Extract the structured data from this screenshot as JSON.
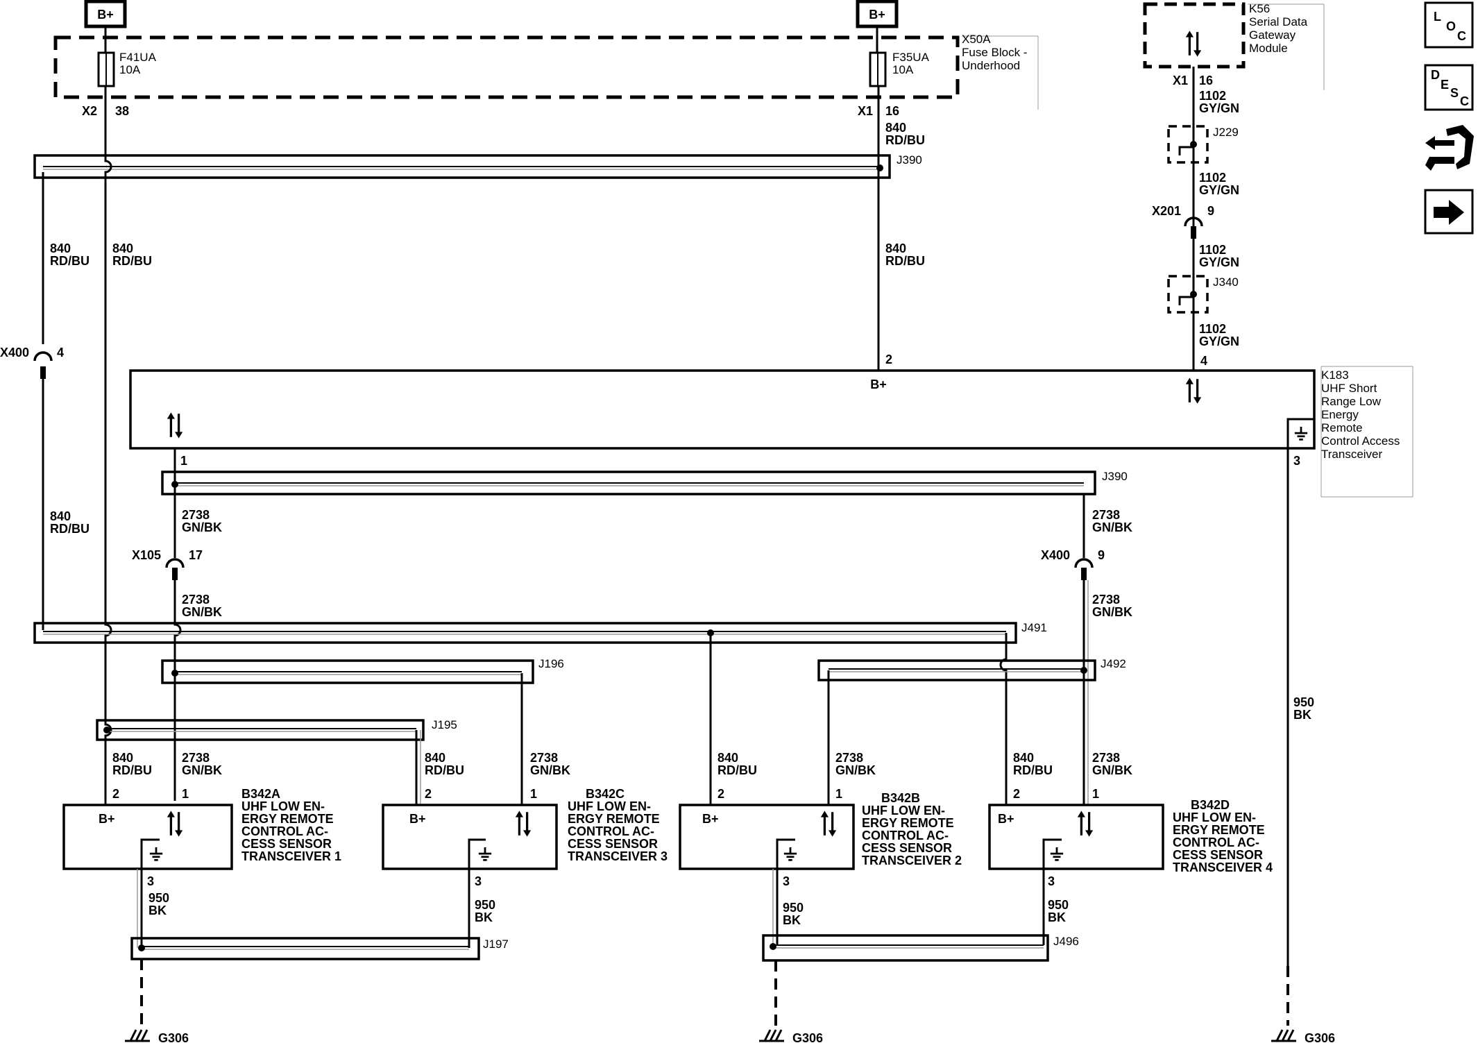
{
  "power": {
    "battery_label": "B+"
  },
  "fuse_block": {
    "name_lines": [
      "X50A",
      "Fuse Block -",
      "Underhood"
    ],
    "fuse1": {
      "name": "F41UA",
      "rating": "10A",
      "connector": "X2",
      "pin": "38"
    },
    "fuse2": {
      "name": "F35UA",
      "rating": "10A",
      "connector": "X1",
      "pin": "16"
    }
  },
  "gateway": {
    "name_lines": [
      "K56",
      "Serial Data",
      "Gateway",
      "Module"
    ],
    "connector": "X1",
    "pin": "16"
  },
  "wire_840": {
    "circuit": "840",
    "color": "RD/BU"
  },
  "wire_1102": {
    "circuit": "1102",
    "color": "GY/GN"
  },
  "wire_2738": {
    "circuit": "2738",
    "color": "GN/BK"
  },
  "wire_950": {
    "circuit": "950",
    "color": "BK"
  },
  "splices": {
    "j390": "J390",
    "j229": "J229",
    "j340": "J340",
    "j491": "J491",
    "j196": "J196",
    "j492": "J492",
    "j195": "J195",
    "j197": "J197",
    "j496": "J496"
  },
  "connectors": {
    "x201": {
      "name": "X201",
      "pin": "9"
    },
    "x400a": {
      "name": "X400",
      "pin": "4"
    },
    "x105": {
      "name": "X105",
      "pin": "17"
    },
    "x400b": {
      "name": "X400",
      "pin": "9"
    }
  },
  "k183": {
    "name_lines": [
      "K183",
      "UHF Short",
      "Range Low",
      "Energy",
      "Remote",
      "Control Access",
      "Transceiver"
    ],
    "pins": {
      "bplus": "2",
      "data": "4",
      "gnd": "3",
      "comm": "1"
    },
    "bplus_label": "B+"
  },
  "sensors": [
    {
      "id": "b342a",
      "name_lines": [
        "B342A",
        "UHF LOW EN-",
        "ERGY REMOTE",
        "CONTROL AC-",
        "CESS SENSOR",
        "TRANSCEIVER 1"
      ],
      "pin_bplus": "2",
      "pin_data": "1",
      "pin_gnd": "3",
      "bplus_label": "B+"
    },
    {
      "id": "b342c",
      "name_lines": [
        "B342C",
        "UHF LOW EN-",
        "ERGY REMOTE",
        "CONTROL AC-",
        "CESS SENSOR",
        "TRANSCEIVER 3"
      ],
      "pin_bplus": "2",
      "pin_data": "1",
      "pin_gnd": "3",
      "bplus_label": "B+"
    },
    {
      "id": "b342b",
      "name_lines": [
        "B342B",
        "UHF LOW EN-",
        "ERGY REMOTE",
        "CONTROL AC-",
        "CESS SENSOR",
        "TRANSCEIVER 2"
      ],
      "pin_bplus": "2",
      "pin_data": "1",
      "pin_gnd": "3",
      "bplus_label": "B+"
    },
    {
      "id": "b342d",
      "name_lines": [
        "B342D",
        "UHF LOW EN-",
        "ERGY REMOTE",
        "CONTROL AC-",
        "CESS SENSOR",
        "TRANSCEIVER 4"
      ],
      "pin_bplus": "2",
      "pin_data": "1",
      "pin_gnd": "3",
      "bplus_label": "B+"
    }
  ],
  "grounds": {
    "g1": "G306",
    "g2": "G306",
    "g3": "G306"
  },
  "side_buttons": [
    {
      "name": "loc-button",
      "icon": "loc-icon",
      "letters": [
        "L",
        "O",
        "C"
      ]
    },
    {
      "name": "desc-button",
      "icon": "desc-icon",
      "letters": [
        "D",
        "E",
        "S",
        "C"
      ]
    },
    {
      "name": "connector-view-button",
      "icon": "connector-plug-icon",
      "letters": []
    },
    {
      "name": "next-page-button",
      "icon": "arrow-right-icon",
      "letters": []
    }
  ]
}
